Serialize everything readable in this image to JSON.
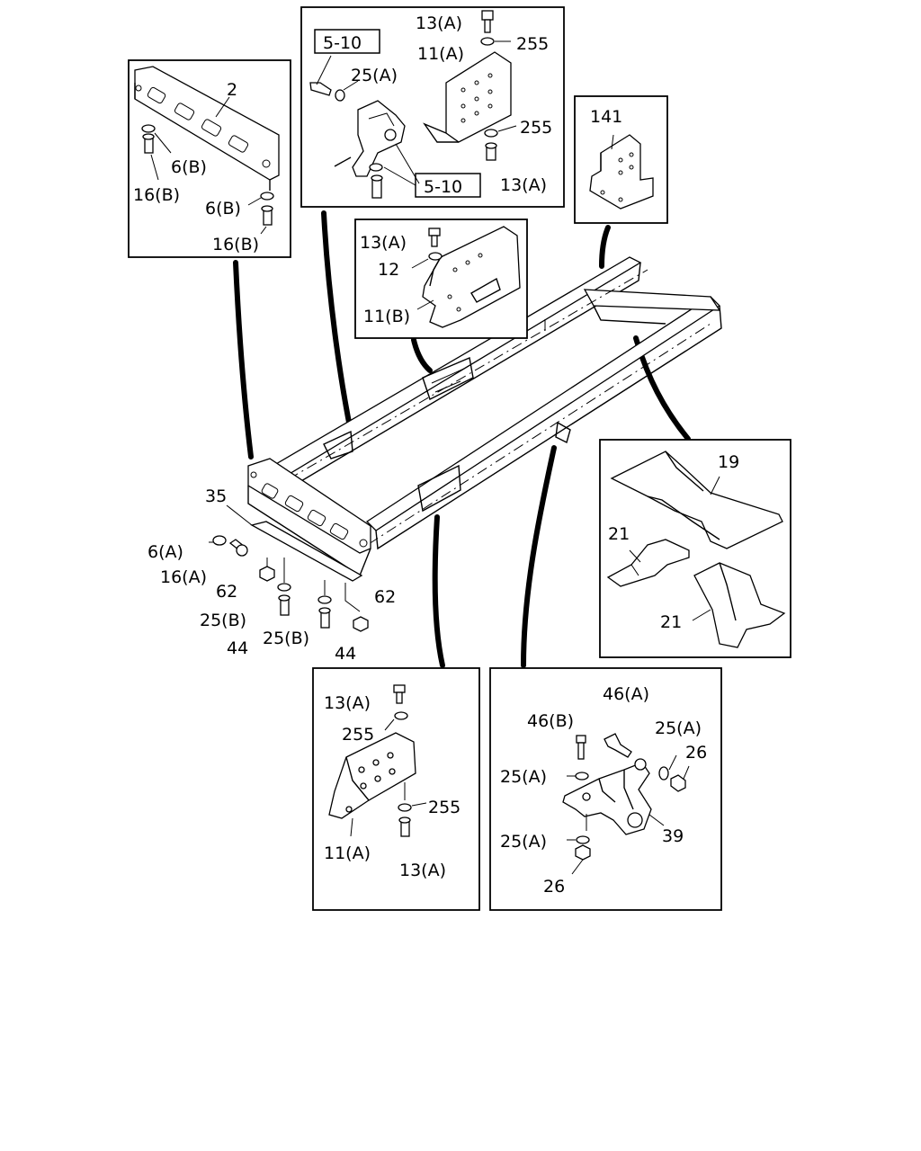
{
  "labels": {
    "front_crossmember_part": "2",
    "washer_6b_upper": "6(B)",
    "bolt_16b_upper": "16(B)",
    "washer_6b_lower": "6(B)",
    "bolt_16b_lower": "16(B)",
    "ref_5_10_top": "5-10",
    "ref_5_10_bottom": "5-10",
    "bolt_13a_top": "13(A)",
    "washer_255_top": "255",
    "bracket_11a_top": "11(A)",
    "washer_25a_top": "25(A)",
    "washer_255_mid": "255",
    "bolt_13a_mid": "13(A)",
    "bracket_141": "141",
    "bolt_13a_center": "13(A)",
    "washer_12": "12",
    "bracket_11b": "11(B)",
    "crossmember_19": "19",
    "bracket_21_upper": "21",
    "bracket_21_lower": "21",
    "plate_35": "35",
    "washer_6a": "6(A)",
    "bolt_16a": "16(A)",
    "nut_62_left": "62",
    "washer_25b_left": "25(B)",
    "bolt_44_left": "44",
    "washer_25b_right": "25(B)",
    "bolt_44_right": "44",
    "nut_62_right": "62",
    "bolt_13a_bl_top": "13(A)",
    "washer_255_bl_top": "255",
    "washer_255_bl_bottom": "255",
    "bracket_11a_bl": "11(A)",
    "bolt_13a_bl_bottom": "13(A)",
    "bolt_46a": "46(A)",
    "bolt_46b": "46(B)",
    "washer_25a_br_right": "25(A)",
    "nut_26_right": "26",
    "washer_25a_br_left": "25(A)",
    "bracket_39": "39",
    "washer_25a_br_bottom": "25(A)",
    "nut_26_bottom": "26"
  }
}
